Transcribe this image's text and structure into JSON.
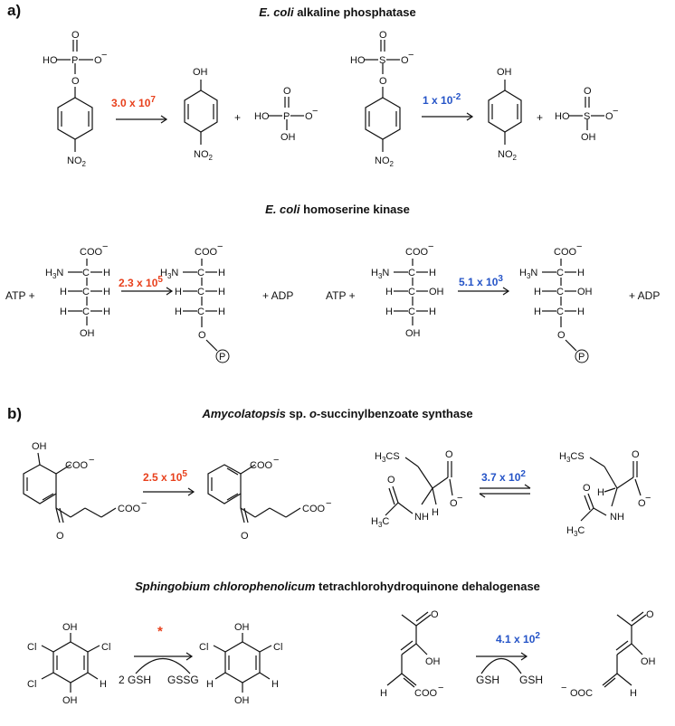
{
  "panels": {
    "a": {
      "label": "a)",
      "title1_italic": "E. coli",
      "title1_rest": " alkaline phosphatase",
      "title2_italic": "E. coli",
      "title2_rest": " homoserine kinase",
      "rate1": "3.0 x 10",
      "rate1_exp": "7",
      "rate2": "1 x 10",
      "rate2_exp": "-2",
      "rate3": "2.3 x 10",
      "rate3_exp": "5",
      "rate4": "5.1 x 10",
      "rate4_exp": "3"
    },
    "b": {
      "label": "b)",
      "title1_italic": "Amycolatopsis",
      "title1_rest": " sp. ",
      "title1_italic2": "o",
      "title1_rest2": "-succinylbenzoate synthase",
      "title2_italic": "Sphingobium chlorophenolicum",
      "title2_rest": " tetrachlorohydroquinone dehalogenase",
      "rate1": "2.5 x 10",
      "rate1_exp": "5",
      "rate2": "3.7 x 10",
      "rate2_exp": "2",
      "rate3": "*",
      "rate4": "4.1 x 10",
      "rate4_exp": "2"
    }
  },
  "labels": {
    "plus": "+",
    "atp": "ATP +",
    "adp": "+ ADP",
    "gsh2": "2 GSH",
    "gssg": "GSSG",
    "gsh": "GSH",
    "no2": "NO",
    "no2_sub": "2",
    "oh": "OH",
    "ho": "HO",
    "o": "O",
    "p": "P",
    "s": "S",
    "ominus": "O",
    "minus": "−",
    "coo": "COO",
    "ooc": "OOC",
    "h3n": "H",
    "h3n_sub": "3",
    "n": "N",
    "c": "C",
    "h": "H",
    "cl": "Cl",
    "nh": "NH",
    "h3cs": "H",
    "h3c": "H",
    "pcirc": "P"
  }
}
